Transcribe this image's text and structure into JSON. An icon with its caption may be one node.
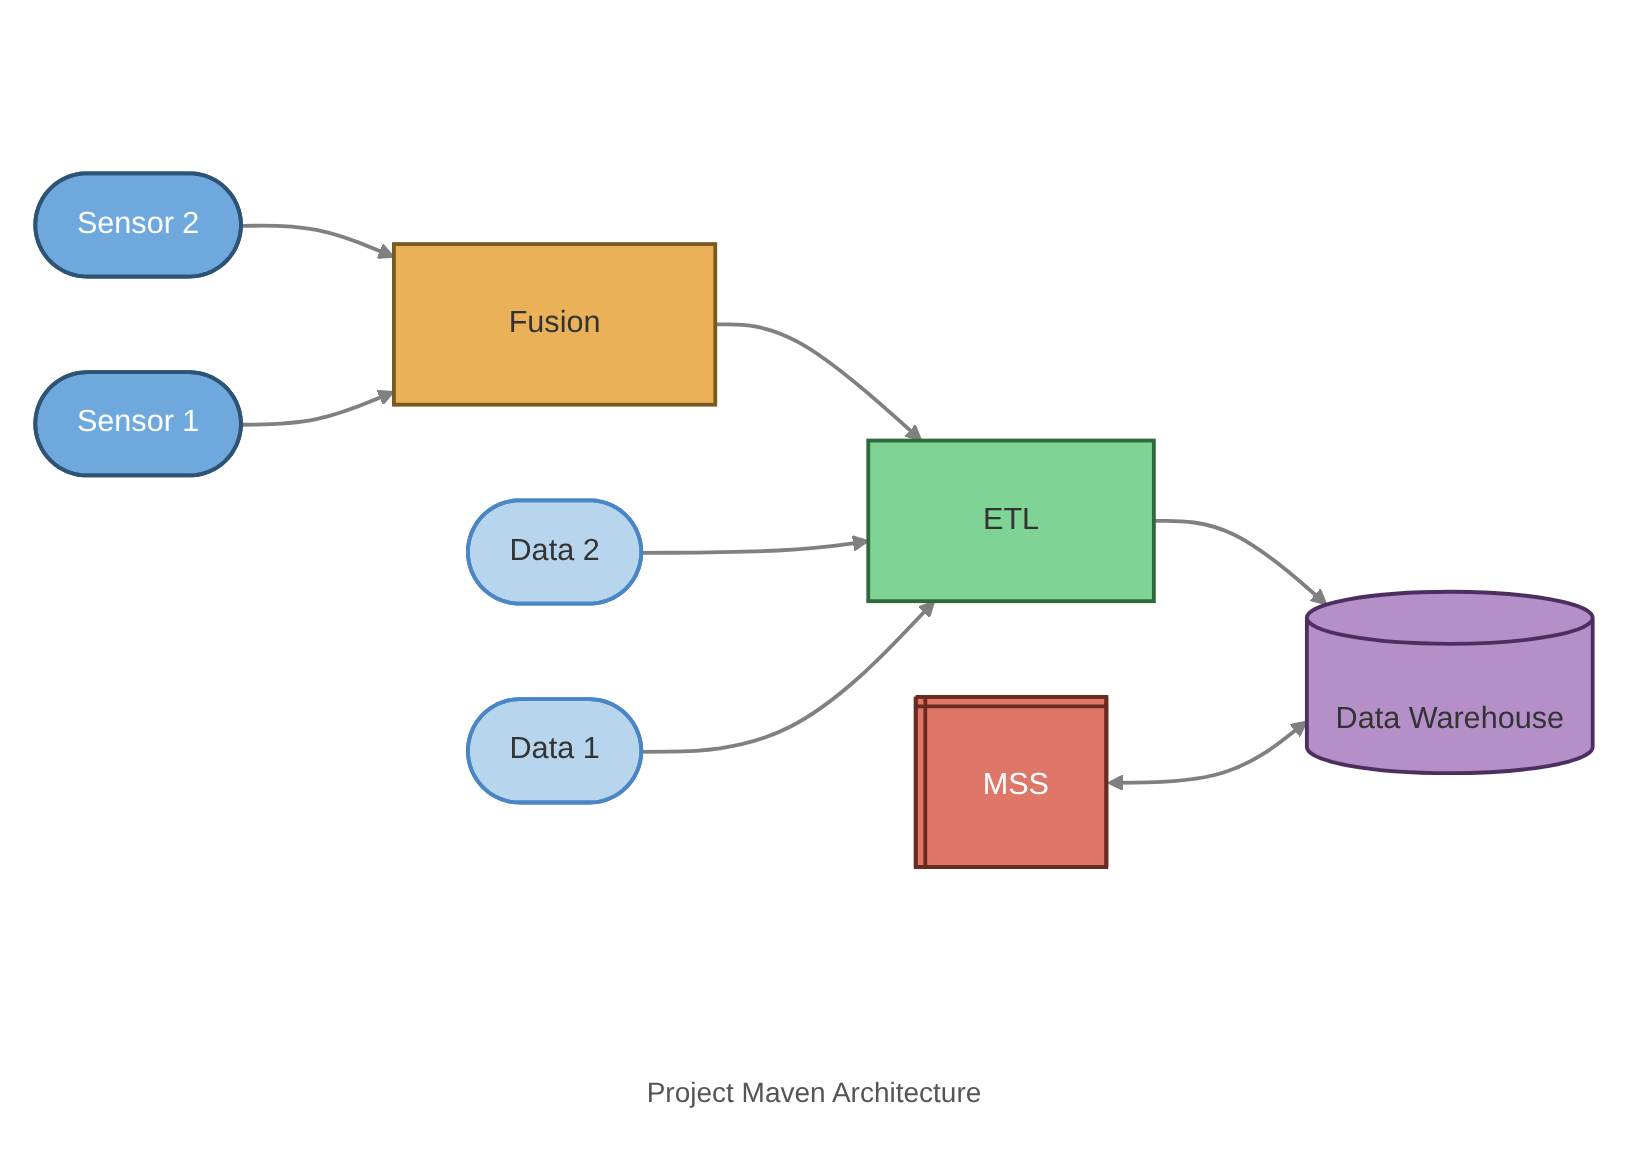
{
  "diagram": {
    "caption": "Project Maven Architecture",
    "nodes": [
      {
        "text": [
          "Sensor 2"
        ]
      },
      {
        "text": [
          "Sensor 1"
        ]
      },
      {
        "text": [
          "Fusion"
        ]
      },
      {
        "text": [
          "Data 2"
        ]
      },
      {
        "text": [
          "Data 1"
        ]
      },
      {
        "text": [
          "ETL"
        ]
      },
      {
        "text": [
          "MSS"
        ]
      },
      {
        "text": [
          "Data Warehouse"
        ]
      }
    ],
    "edges": [
      {
        "from": 0,
        "to": 2,
        "arrow": "to"
      },
      {
        "from": 1,
        "to": 2,
        "arrow": "to"
      },
      {
        "from": 2,
        "to": 5,
        "arrow": "to"
      },
      {
        "from": 3,
        "to": 5,
        "arrow": "to"
      },
      {
        "from": 4,
        "to": 5,
        "arrow": "to"
      },
      {
        "from": 5,
        "to": 7,
        "arrow": "to"
      },
      {
        "from": 6,
        "to": 7,
        "arrow": "both"
      }
    ]
  }
}
